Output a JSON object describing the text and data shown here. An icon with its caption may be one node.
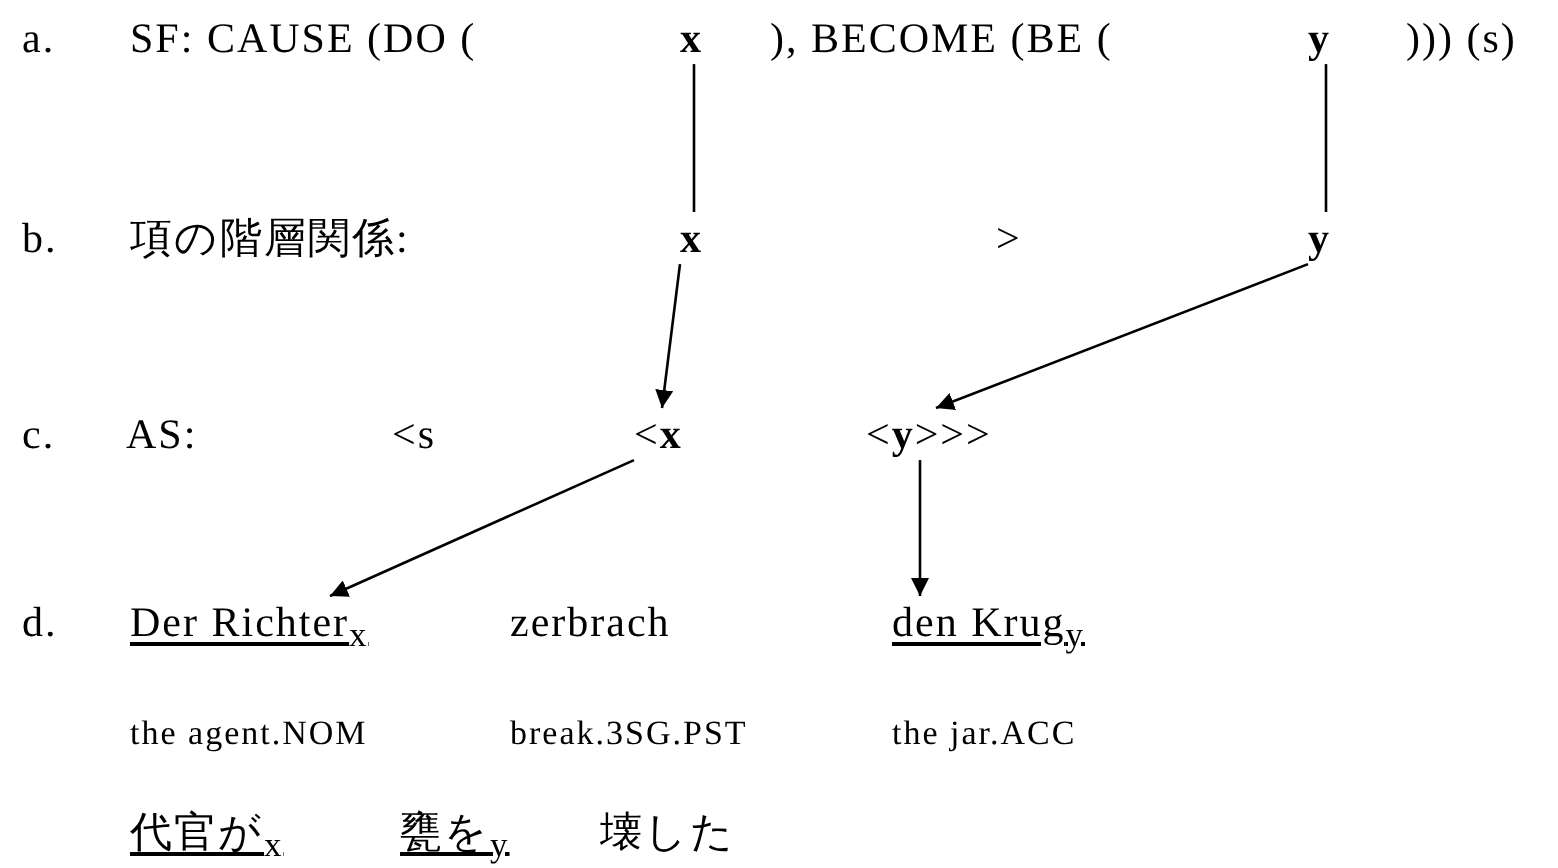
{
  "diagram": {
    "nodes": [
      {
        "text": [
          "x"
        ]
      },
      {
        "text": [
          "y"
        ]
      },
      {
        "text": [
          "x"
        ]
      },
      {
        "text": [
          "y"
        ]
      },
      {
        "text": [
          "<**x**"
        ]
      },
      {
        "text": [
          "<**y**>>>"
        ]
      },
      {
        "text": [
          "Der Richter$_{x}$"
        ]
      },
      {
        "text": [
          "den Krug$_{y}$"
        ]
      }
    ],
    "edges": [
      {
        "from": 0,
        "to": 2,
        "arrow": "none"
      },
      {
        "from": 1,
        "to": 3,
        "arrow": "none"
      },
      {
        "from": 2,
        "to": 4,
        "arrow": "to"
      },
      {
        "from": 3,
        "to": 5,
        "arrow": "to"
      },
      {
        "from": 4,
        "to": 6,
        "arrow": "to"
      },
      {
        "from": 5,
        "to": 7,
        "arrow": "to"
      }
    ],
    "labels": [
      "a.",
      "SF: CAUSE (DO (",
      "), BECOME (BE (",
      "))) (s)",
      "b.",
      "項の階層関係:",
      ">",
      "c.",
      "AS:",
      "<s",
      "d.",
      "zerbrach",
      "the agent.NOM",
      "break.3SG.PST",
      "the jar.ACC",
      "代官が$_{x}$",
      "甕を$_{y}$",
      "壊した"
    ]
  }
}
